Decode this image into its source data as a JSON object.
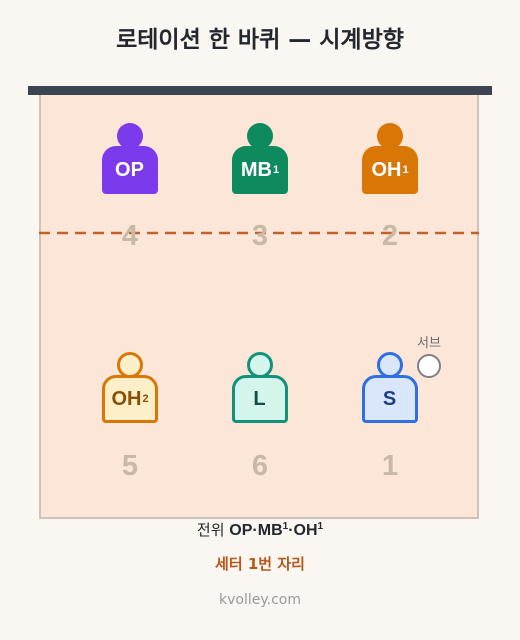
{
  "title": "로테이션 한 바퀴 — 시계방향",
  "colors": {
    "background": "#faf6f1",
    "court": "#fbe6d8",
    "net": "#3d4452",
    "attack_line": "#c0622b",
    "position_number": "#c9b8a6",
    "setter_text": "#b6581c"
  },
  "positions": [
    {
      "number": "4",
      "role": "OP",
      "sup": "",
      "style": "solid",
      "color": "#7c3aed"
    },
    {
      "number": "3",
      "role": "MB",
      "sup": "1",
      "style": "solid",
      "color": "#0e8a5f"
    },
    {
      "number": "2",
      "role": "OH",
      "sup": "1",
      "style": "solid",
      "color": "#d97706"
    },
    {
      "number": "5",
      "role": "OH",
      "sup": "2",
      "style": "outline",
      "color": "#d97706",
      "fill": "#fdefc8",
      "text": "#8a4f07"
    },
    {
      "number": "6",
      "role": "L",
      "sup": "",
      "style": "outline",
      "color": "#14917a",
      "fill": "#d3f5ec",
      "text": "#0f4f45"
    },
    {
      "number": "1",
      "role": "S",
      "sup": "",
      "style": "outline",
      "color": "#2f6fe0",
      "fill": "#dae7fb",
      "text": "#1d3f86"
    }
  ],
  "serve_label": "서브",
  "front_row": {
    "label": "전위",
    "players": [
      {
        "role": "OP",
        "sup": ""
      },
      {
        "role": "MB",
        "sup": "1"
      },
      {
        "role": "OH",
        "sup": "1"
      }
    ],
    "separator": "·"
  },
  "setter_position": "세터 1번 자리",
  "footer": "kvolley.com"
}
